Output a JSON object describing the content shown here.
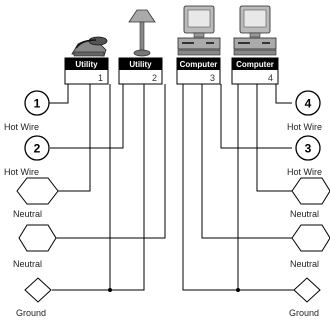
{
  "devices": [
    {
      "label": "Utility",
      "number": "1",
      "icon": "telephone-icon"
    },
    {
      "label": "Utility",
      "number": "2",
      "icon": "lamp-icon"
    },
    {
      "label": "Computer",
      "number": "3",
      "icon": "computer-icon"
    },
    {
      "label": "Computer",
      "number": "4",
      "icon": "computer-icon"
    }
  ],
  "circuits": [
    {
      "number": "1",
      "label": "Hot Wire"
    },
    {
      "number": "2",
      "label": "Hot Wire"
    },
    {
      "number": "3",
      "label": "Hot Wire"
    },
    {
      "number": "4",
      "label": "Hot Wire"
    }
  ],
  "neutral_labels": [
    "Neutral",
    "Neutral",
    "Neutral",
    "Neutral"
  ],
  "ground_labels": [
    "Ground",
    "Ground"
  ]
}
